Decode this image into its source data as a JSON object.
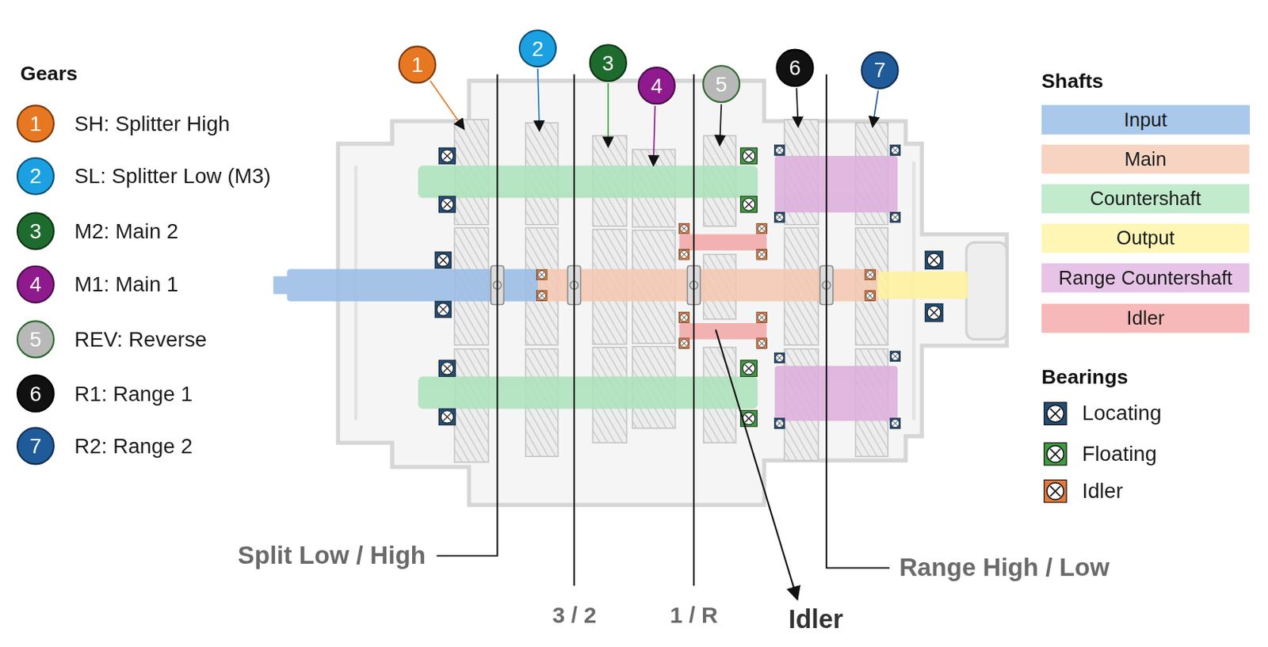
{
  "diagram": {
    "nodes": [
      {
        "text": [
          "1",
          "SH: Splitter High"
        ]
      },
      {
        "text": [
          "2",
          "SL: Splitter Low (M3)"
        ]
      },
      {
        "text": [
          "3",
          "M2: Main 2"
        ]
      },
      {
        "text": [
          "4",
          "M1: Main 1"
        ]
      },
      {
        "text": [
          "5",
          "REV: Reverse"
        ]
      },
      {
        "text": [
          "6",
          "R1: Range 1"
        ]
      },
      {
        "text": [
          "7",
          "R2: Range 2"
        ]
      },
      {
        "text": [
          "1"
        ]
      },
      {
        "text": [
          "2"
        ]
      },
      {
        "text": [
          "3"
        ]
      },
      {
        "text": [
          "4"
        ]
      },
      {
        "text": [
          "5"
        ]
      },
      {
        "text": [
          "6"
        ]
      },
      {
        "text": [
          "7"
        ]
      }
    ],
    "labels": [
      "Gears",
      "Shafts",
      "Bearings",
      "Split Low / High",
      "3 / 2",
      "1 / R",
      "Idler",
      "Range High / Low"
    ],
    "legend": [
      {
        "text": "Input",
        "color": "#a9c8ea"
      },
      {
        "text": "Main",
        "color": "#f7d4c2"
      },
      {
        "text": "Countershaft",
        "color": "#c2ebcd"
      },
      {
        "text": "Output",
        "color": "#fff6b5"
      },
      {
        "text": "Range Countershaft",
        "color": "#e7c4e7"
      },
      {
        "text": "Idler",
        "color": "#f6b8b8"
      },
      {
        "text": "Locating"
      },
      {
        "text": "Floating"
      },
      {
        "text": "Idler"
      }
    ]
  }
}
